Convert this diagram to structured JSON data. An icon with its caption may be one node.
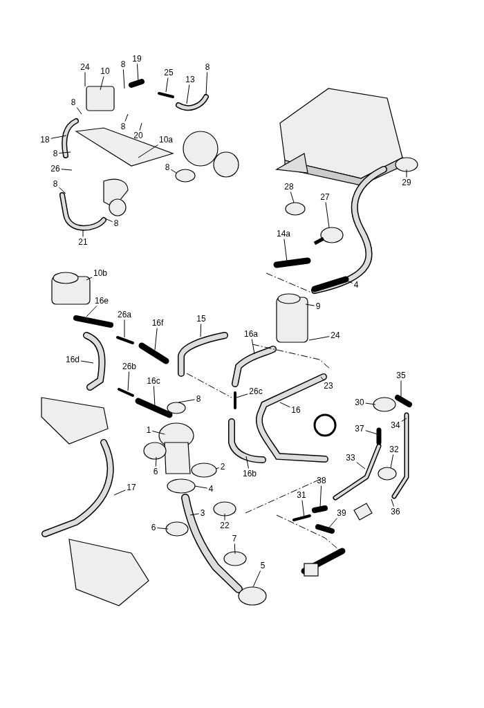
{
  "diagram": {
    "nodes": [
      {
        "text": [
          "24"
        ]
      },
      {
        "text": [
          "10"
        ]
      },
      {
        "text": [
          "8"
        ]
      },
      {
        "text": [
          "19"
        ]
      },
      {
        "text": [
          "25"
        ]
      },
      {
        "text": [
          "8"
        ]
      },
      {
        "text": [
          "13"
        ]
      },
      {
        "text": [
          "8"
        ]
      },
      {
        "text": [
          "8"
        ]
      },
      {
        "text": [
          "20"
        ]
      },
      {
        "text": [
          "18"
        ]
      },
      {
        "text": [
          "8"
        ]
      },
      {
        "text": [
          "10a"
        ]
      },
      {
        "text": [
          "26"
        ]
      },
      {
        "text": [
          "8"
        ]
      },
      {
        "text": [
          "8"
        ]
      },
      {
        "text": [
          "8"
        ]
      },
      {
        "text": [
          "21"
        ]
      },
      {
        "text": [
          "28"
        ]
      },
      {
        "text": [
          "29"
        ]
      },
      {
        "text": [
          "27"
        ]
      },
      {
        "text": [
          "14a"
        ]
      },
      {
        "text": [
          "10b"
        ]
      },
      {
        "text": [
          "4"
        ]
      },
      {
        "text": [
          "16e"
        ]
      },
      {
        "text": [
          "9"
        ]
      },
      {
        "text": [
          "26a"
        ]
      },
      {
        "text": [
          "16f"
        ]
      },
      {
        "text": [
          "15"
        ]
      },
      {
        "text": [
          "16a"
        ]
      },
      {
        "text": [
          "24"
        ]
      },
      {
        "text": [
          "16d"
        ]
      },
      {
        "text": [
          "26b"
        ]
      },
      {
        "text": [
          "16c"
        ]
      },
      {
        "text": [
          "8"
        ]
      },
      {
        "text": [
          "26c"
        ]
      },
      {
        "text": [
          "23"
        ]
      },
      {
        "text": [
          "16"
        ]
      },
      {
        "text": [
          "35"
        ]
      },
      {
        "text": [
          "30"
        ]
      },
      {
        "text": [
          "34"
        ]
      },
      {
        "text": [
          "37"
        ]
      },
      {
        "text": [
          "32"
        ]
      },
      {
        "text": [
          "1"
        ]
      },
      {
        "text": [
          "33"
        ]
      },
      {
        "text": [
          "6"
        ]
      },
      {
        "text": [
          "2"
        ]
      },
      {
        "text": [
          "16b"
        ]
      },
      {
        "text": [
          "4"
        ]
      },
      {
        "text": [
          "38"
        ]
      },
      {
        "text": [
          "17"
        ]
      },
      {
        "text": [
          "3"
        ]
      },
      {
        "text": [
          "31"
        ]
      },
      {
        "text": [
          "39"
        ]
      },
      {
        "text": [
          "36"
        ]
      },
      {
        "text": [
          "22"
        ]
      },
      {
        "text": [
          "6"
        ]
      },
      {
        "text": [
          "7"
        ]
      },
      {
        "text": [
          "5"
        ]
      }
    ],
    "edges": [
      {
        "from": 0,
        "to": null,
        "arrow": "none"
      },
      {
        "from": 1,
        "to": null,
        "arrow": "none"
      },
      {
        "from": 2,
        "to": null,
        "arrow": "none"
      },
      {
        "from": 3,
        "to": null,
        "arrow": "none"
      },
      {
        "from": 4,
        "to": null,
        "arrow": "none"
      },
      {
        "from": 5,
        "to": null,
        "arrow": "none"
      },
      {
        "from": 6,
        "to": null,
        "arrow": "none"
      },
      {
        "from": 7,
        "to": null,
        "arrow": "none"
      },
      {
        "from": 8,
        "to": null,
        "arrow": "none"
      },
      {
        "from": 9,
        "to": null,
        "arrow": "none"
      },
      {
        "from": 10,
        "to": null,
        "arrow": "none"
      },
      {
        "from": 11,
        "to": null,
        "arrow": "none"
      },
      {
        "from": 12,
        "to": null,
        "arrow": "none"
      },
      {
        "from": 13,
        "to": null,
        "arrow": "none"
      },
      {
        "from": 14,
        "to": null,
        "arrow": "none"
      },
      {
        "from": 15,
        "to": null,
        "arrow": "none"
      },
      {
        "from": 16,
        "to": null,
        "arrow": "none"
      },
      {
        "from": 17,
        "to": null,
        "arrow": "none"
      },
      {
        "from": 18,
        "to": null,
        "arrow": "none"
      },
      {
        "from": 19,
        "to": null,
        "arrow": "none"
      },
      {
        "from": 20,
        "to": null,
        "arrow": "none"
      },
      {
        "from": 21,
        "to": null,
        "arrow": "none"
      },
      {
        "from": 22,
        "to": null,
        "arrow": "none"
      },
      {
        "from": 23,
        "to": null,
        "arrow": "none"
      },
      {
        "from": 24,
        "to": null,
        "arrow": "none"
      },
      {
        "from": 25,
        "to": null,
        "arrow": "none"
      },
      {
        "from": 26,
        "to": null,
        "arrow": "none"
      },
      {
        "from": 27,
        "to": null,
        "arrow": "none"
      },
      {
        "from": 28,
        "to": null,
        "arrow": "none"
      },
      {
        "from": 29,
        "to": null,
        "arrow": "none"
      },
      {
        "from": 30,
        "to": null,
        "arrow": "none"
      },
      {
        "from": 31,
        "to": null,
        "arrow": "none"
      },
      {
        "from": 32,
        "to": null,
        "arrow": "none"
      },
      {
        "from": 33,
        "to": null,
        "arrow": "none"
      },
      {
        "from": 34,
        "to": null,
        "arrow": "none"
      },
      {
        "from": 35,
        "to": null,
        "arrow": "none"
      },
      {
        "from": 36,
        "to": null,
        "arrow": "none"
      },
      {
        "from": 37,
        "to": null,
        "arrow": "none"
      },
      {
        "from": 38,
        "to": null,
        "arrow": "none"
      },
      {
        "from": 39,
        "to": null,
        "arrow": "none"
      },
      {
        "from": 40,
        "to": null,
        "arrow": "none"
      },
      {
        "from": 41,
        "to": null,
        "arrow": "none"
      },
      {
        "from": 42,
        "to": null,
        "arrow": "none"
      },
      {
        "from": 43,
        "to": null,
        "arrow": "none"
      },
      {
        "from": 44,
        "to": null,
        "arrow": "none"
      },
      {
        "from": 45,
        "to": null,
        "arrow": "none"
      },
      {
        "from": 46,
        "to": null,
        "arrow": "none"
      },
      {
        "from": 47,
        "to": null,
        "arrow": "none"
      },
      {
        "from": 48,
        "to": null,
        "arrow": "none"
      },
      {
        "from": 49,
        "to": null,
        "arrow": "none"
      },
      {
        "from": 50,
        "to": null,
        "arrow": "none"
      },
      {
        "from": 51,
        "to": null,
        "arrow": "none"
      },
      {
        "from": 52,
        "to": null,
        "arrow": "none"
      },
      {
        "from": 53,
        "to": null,
        "arrow": "none"
      },
      {
        "from": 54,
        "to": null,
        "arrow": "none"
      },
      {
        "from": 55,
        "to": null,
        "arrow": "none"
      },
      {
        "from": 56,
        "to": null,
        "arrow": "none"
      },
      {
        "from": 57,
        "to": null,
        "arrow": "none"
      },
      {
        "from": 58,
        "to": null,
        "arrow": "none"
      }
    ]
  }
}
